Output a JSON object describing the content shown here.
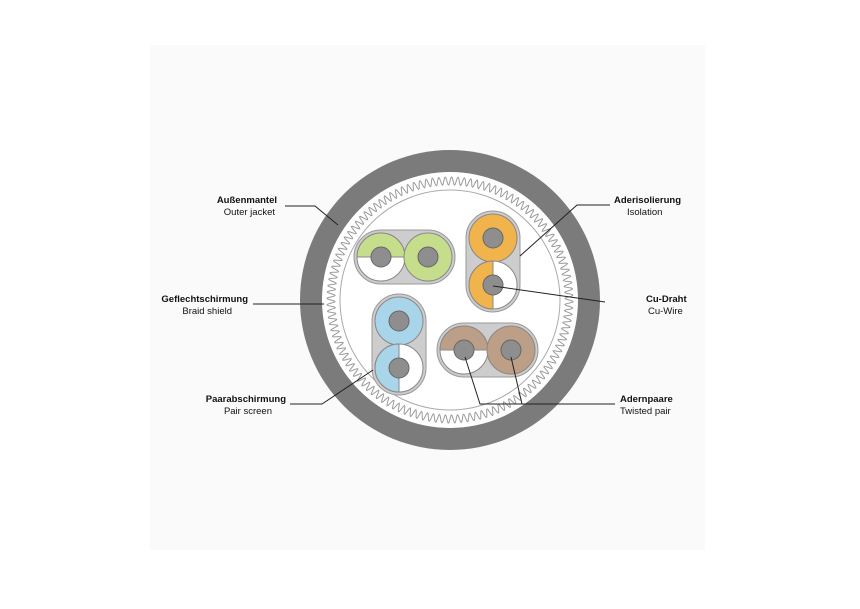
{
  "title": "Cable cross-section",
  "colors": {
    "jacket": "#7b7b7b",
    "capsule": "#cdcdcd",
    "core": "#8e8e8e",
    "green": "#c6dd8c",
    "orange": "#f1b34c",
    "blue": "#a9d5ea",
    "brown": "#bc9f86"
  },
  "labels": {
    "outer_jacket": {
      "de": "Außenmantel",
      "en": "Outer jacket"
    },
    "braid_shield": {
      "de": "Geflechtschirmung",
      "en": "Braid shield"
    },
    "pair_screen": {
      "de": "Paarabschirmung",
      "en": "Pair screen"
    },
    "isolation": {
      "de": "Aderisolierung",
      "en": "Isolation"
    },
    "cu_wire": {
      "de": "Cu-Draht",
      "en": "Cu-Wire"
    },
    "twisted_pair": {
      "de": "Adernpaare",
      "en": "Twisted pair"
    }
  }
}
